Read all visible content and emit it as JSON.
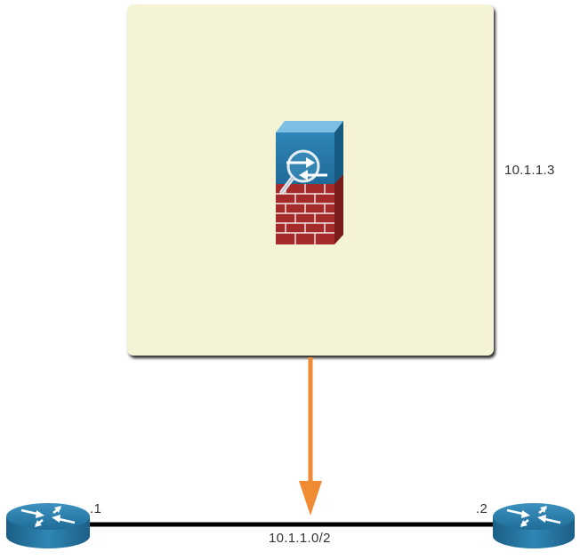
{
  "devices": {
    "sensor": {
      "icon": "ips-firewall-icon",
      "ip": "10.1.1.3"
    },
    "router_left": {
      "icon": "router-icon",
      "interface": ".1"
    },
    "router_right": {
      "icon": "router-icon",
      "interface": ".2"
    }
  },
  "network": {
    "subnet": "10.1.1.0/2"
  },
  "colors": {
    "panel": "#f5f3d6",
    "arrow": "#f08a33",
    "device_blue": "#2a7aa8",
    "brick": "#a52a2a",
    "link": "#000000"
  }
}
